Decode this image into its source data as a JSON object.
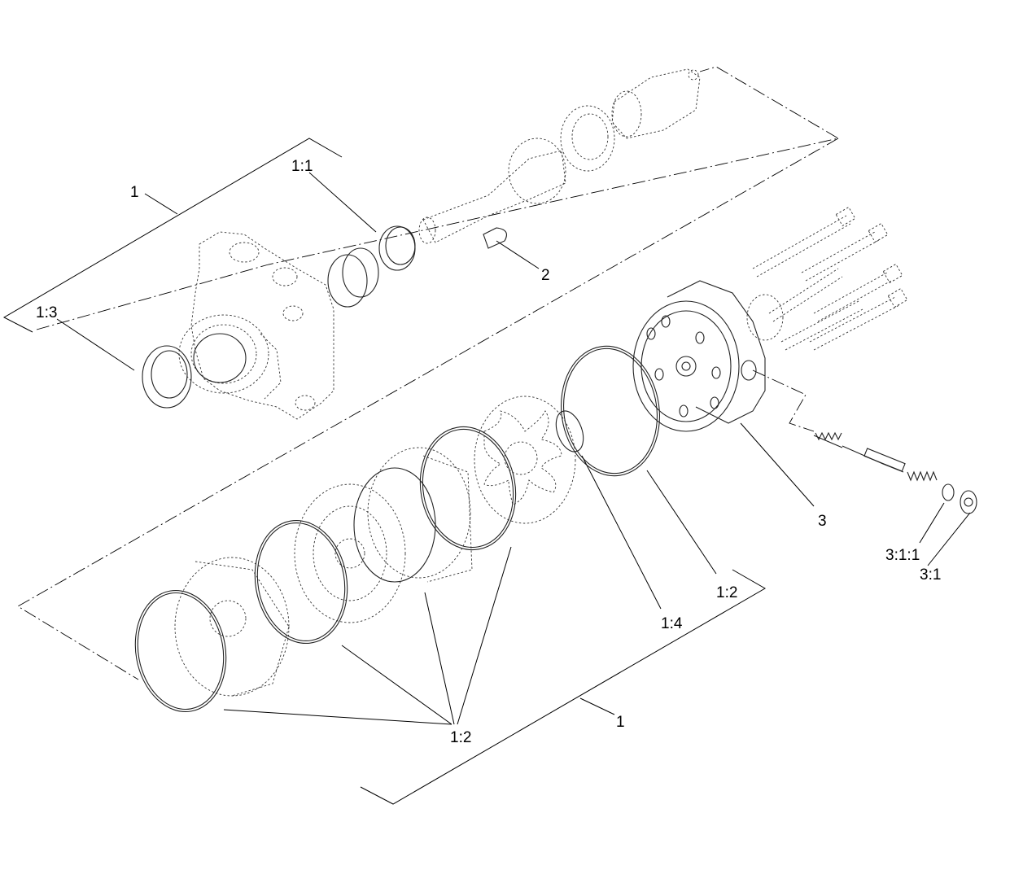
{
  "labels": {
    "assembly_upper": "1",
    "shaft_seal": "1:1",
    "dust_seal": "1:3",
    "key": "2",
    "end_cover": "3",
    "valve_kit": "3:1:1",
    "valve_plug": "3:1",
    "oring_large": "1:2",
    "oring_small": "1:4",
    "orings_group": "1:2",
    "assembly_lower": "1"
  }
}
